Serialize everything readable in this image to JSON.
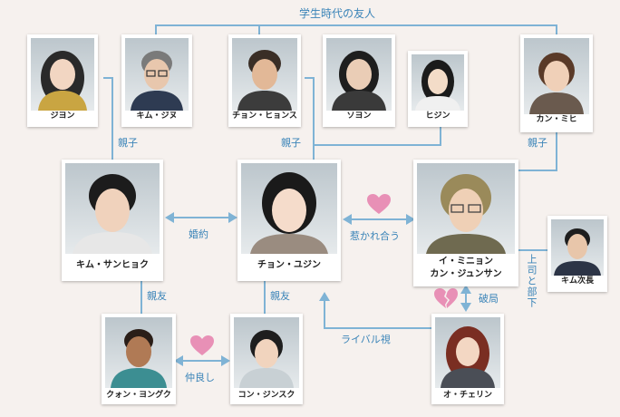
{
  "colors": {
    "line": "#7fb3d5",
    "label": "#3a84b8",
    "heart": "#e890b6"
  },
  "people": {
    "jiyon": "ジヨン",
    "kim_jinu": "キム・ジヌ",
    "chon_hyons": "チョン・ヒョンス",
    "soyon": "ソヨン",
    "hijin": "ヒジン",
    "kan_mihi": "カン・ミヒ",
    "kim_sanhyok": "キム・サンヒョク",
    "chon_yujin": "チョン・ユジン",
    "i_minhyon": "イ・ミニョン",
    "kan_junsan": "カン・ジュンサン",
    "kim_jicho": "キム次長",
    "kwon_yongguk": "クォン・ヨングク",
    "kon_jinsuk": "コン・ジンスク",
    "o_cherin": "オ・チェリン"
  },
  "relations": {
    "school_friends": "学生時代の友人",
    "oyako_left": "親子",
    "oyako_mid": "親子",
    "oyako_right": "親子",
    "engaged": "婚約",
    "attracted": "惹かれ合う",
    "boss_sub": "上司と部下",
    "shinyu_left": "親友",
    "shinyu_mid": "親友",
    "breakup": "破局",
    "rival": "ライバル視",
    "nakayoshi": "仲良し"
  }
}
